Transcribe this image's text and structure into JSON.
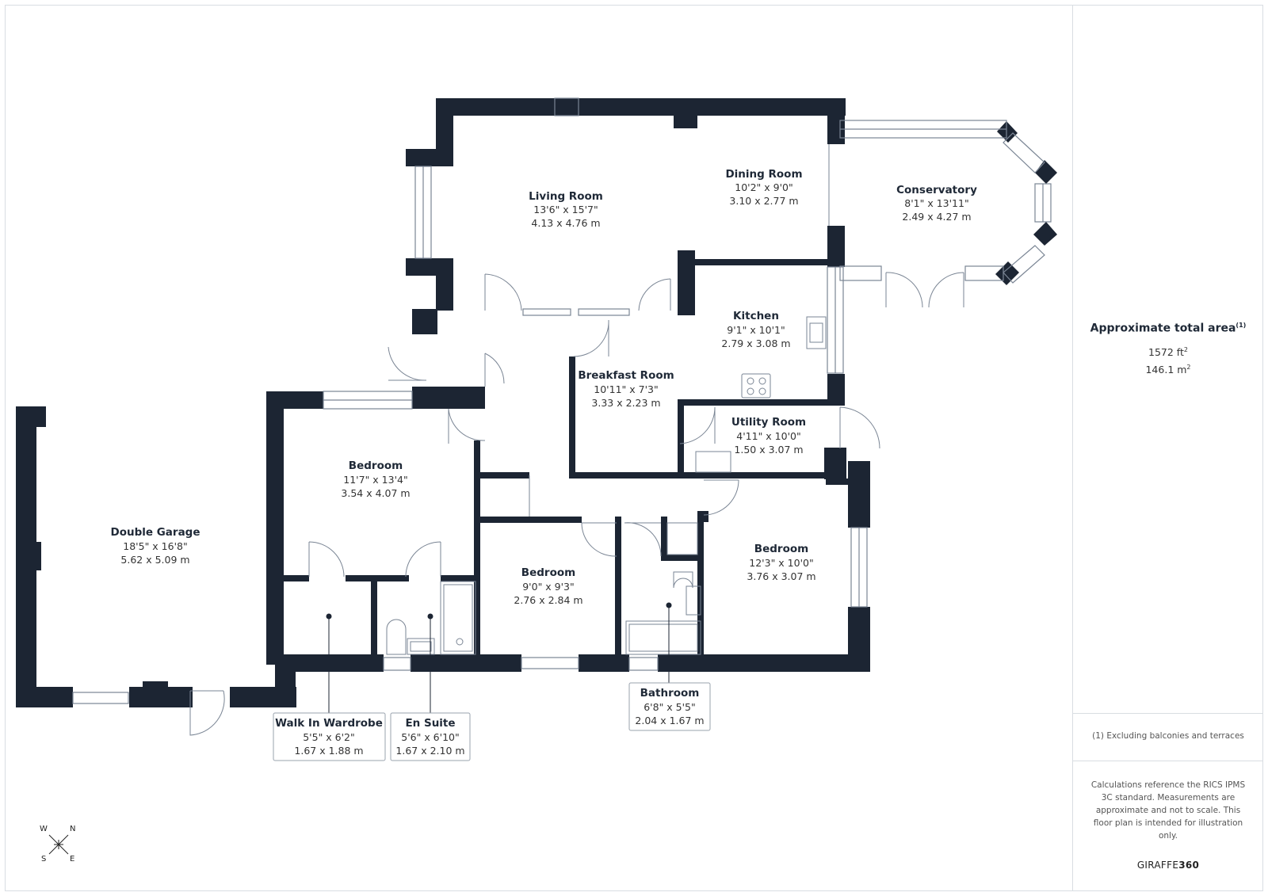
{
  "rooms": {
    "living": {
      "name": "Living Room",
      "imperial": "13'6\" x 15'7\"",
      "metric": "4.13 x 4.76 m"
    },
    "dining": {
      "name": "Dining Room",
      "imperial": "10'2\" x 9'0\"",
      "metric": "3.10 x 2.77 m"
    },
    "conservatory": {
      "name": "Conservatory",
      "imperial": "8'1\" x 13'11\"",
      "metric": "2.49 x 4.27 m"
    },
    "kitchen": {
      "name": "Kitchen",
      "imperial": "9'1\" x 10'1\"",
      "metric": "2.79 x 3.08 m"
    },
    "breakfast": {
      "name": "Breakfast Room",
      "imperial": "10'11\" x 7'3\"",
      "metric": "3.33 x 2.23 m"
    },
    "utility": {
      "name": "Utility Room",
      "imperial": "4'11\" x 10'0\"",
      "metric": "1.50 x 3.07 m"
    },
    "bedroom1": {
      "name": "Bedroom",
      "imperial": "11'7\" x 13'4\"",
      "metric": "3.54 x 4.07 m"
    },
    "garage": {
      "name": "Double Garage",
      "imperial": "18'5\" x 16'8\"",
      "metric": "5.62 x 5.09 m"
    },
    "bedroom2": {
      "name": "Bedroom",
      "imperial": "9'0\" x 9'3\"",
      "metric": "2.76 x 2.84 m"
    },
    "bedroom3": {
      "name": "Bedroom",
      "imperial": "12'3\" x 10'0\"",
      "metric": "3.76 x 3.07 m"
    },
    "wardrobe": {
      "name": "Walk In Wardrobe",
      "imperial": "5'5\" x 6'2\"",
      "metric": "1.67 x 1.88 m"
    },
    "ensuite": {
      "name": "En Suite",
      "imperial": "5'6\" x 6'10\"",
      "metric": "1.67 x 2.10 m"
    },
    "bathroom": {
      "name": "Bathroom",
      "imperial": "6'8\" x 5'5\"",
      "metric": "2.04 x 1.67 m"
    }
  },
  "summary": {
    "title": "Approximate total area",
    "title_marker": "(1)",
    "area_ft_value": "1572 ft",
    "area_m_value": "146.1 m",
    "unit_exponent": "2",
    "footnote": "(1) Excluding balconies and terraces",
    "disclaimer": "Calculations reference the RICS IPMS 3C standard. Measurements are approximate and not to scale. This floor plan is intended for illustration only.",
    "brand_prefix": "GIRAFFE",
    "brand_suffix": "360"
  },
  "compass": {
    "w": "W",
    "n": "N",
    "s": "S",
    "e": "E"
  },
  "colors": {
    "wall": "#1c2533",
    "text": "#1f2937",
    "line": "#d9dde2"
  }
}
